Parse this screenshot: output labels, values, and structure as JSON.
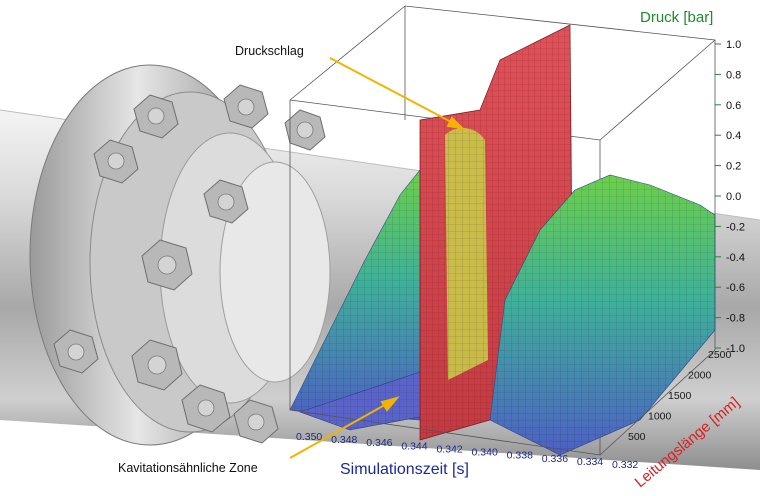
{
  "chart_data": {
    "type": "surface3d",
    "z_axis": {
      "label": "Druck [bar]",
      "ticks": [
        "1.0",
        "0.8",
        "0.6",
        "0.4",
        "0.2",
        "0.0",
        "-0.2",
        "-0.4",
        "-0.6",
        "-0.8",
        "-1.0"
      ],
      "range": [
        -1.0,
        1.0
      ],
      "color": "#1e8a2a"
    },
    "x_axis": {
      "label": "Simulationszeit [s]",
      "ticks": [
        "0.350",
        "0.348",
        "0.346",
        "0.344",
        "0.342",
        "0.340",
        "0.338",
        "0.336",
        "0.334",
        "0.332"
      ],
      "range": [
        0.35,
        0.332
      ],
      "color": "#1a2a9a"
    },
    "y_axis": {
      "label": "Leitungslänge [mm]",
      "ticks": [
        "500",
        "1000",
        "1500",
        "2000",
        "2500"
      ],
      "range": [
        0,
        2500
      ],
      "color": "#d62020"
    },
    "annotations": [
      {
        "text": "Druckschlag"
      },
      {
        "text": "Kavitationsähnliche Zone"
      }
    ],
    "colors": {
      "pressure_spike": "#d9434b",
      "high": "#5fbf4a",
      "mid": "#3fa8a0",
      "low": "#5a67c8",
      "annotation_arrow": "#f2b400"
    }
  }
}
